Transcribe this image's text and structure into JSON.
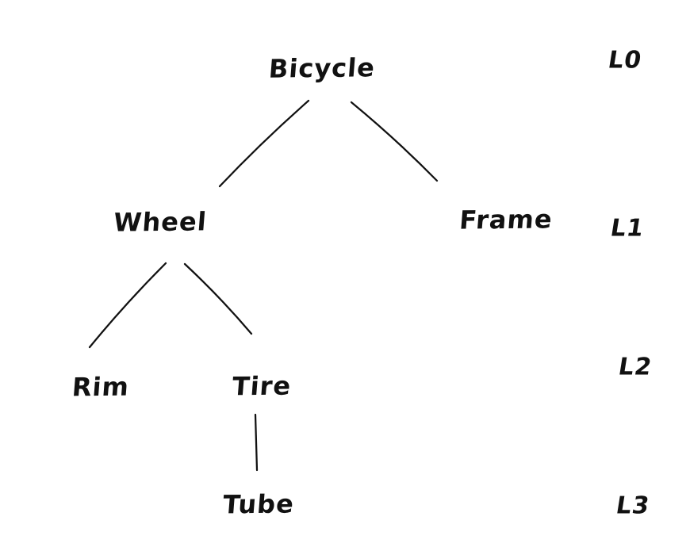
{
  "diagram": {
    "type": "tree",
    "style": "hand-drawn",
    "colors": {
      "background": "#ffffff",
      "stroke": "#111111",
      "text": "#111111"
    },
    "nodes": [
      {
        "id": "bicycle",
        "label": "Bicycle",
        "level": "L0"
      },
      {
        "id": "wheel",
        "label": "Wheel",
        "level": "L1"
      },
      {
        "id": "frame",
        "label": "Frame",
        "level": "L1"
      },
      {
        "id": "rim",
        "label": "Rim",
        "level": "L2"
      },
      {
        "id": "tire",
        "label": "Tire",
        "level": "L2"
      },
      {
        "id": "tube",
        "label": "Tube",
        "level": "L3"
      }
    ],
    "edges": [
      {
        "from": "Bicycle",
        "to": "Wheel"
      },
      {
        "from": "Bicycle",
        "to": "Frame"
      },
      {
        "from": "Wheel",
        "to": "Rim"
      },
      {
        "from": "Wheel",
        "to": "Tire"
      },
      {
        "from": "Tire",
        "to": "Tube"
      }
    ],
    "hierarchy": {
      "Bicycle": [
        "Wheel",
        "Frame"
      ],
      "Wheel": [
        "Rim",
        "Tire"
      ],
      "Tire": [
        "Tube"
      ]
    },
    "level_labels": [
      {
        "label": "L0"
      },
      {
        "label": "L1"
      },
      {
        "label": "L2"
      },
      {
        "label": "L3"
      }
    ]
  }
}
